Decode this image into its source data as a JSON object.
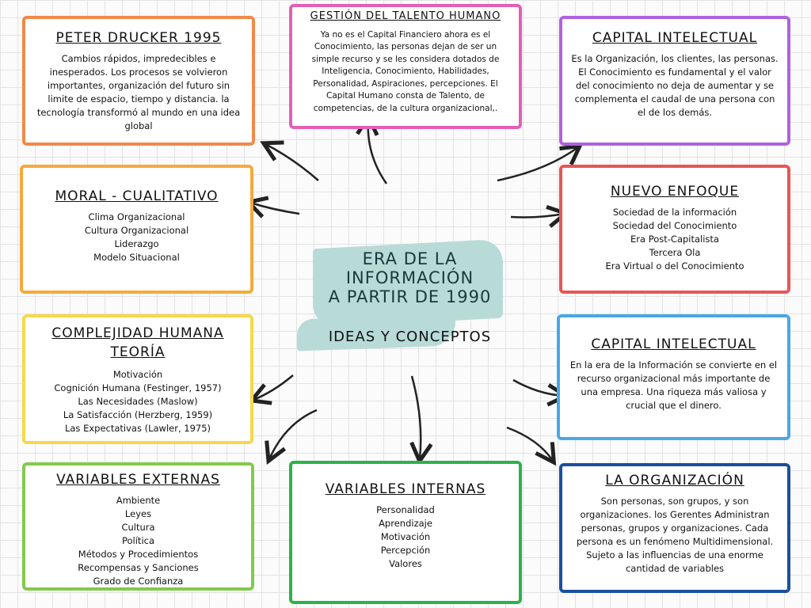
{
  "center": {
    "title_lines": [
      "ERA DE LA",
      "INFORMACIÓN",
      "A PARTIR DE 1990"
    ],
    "subtitle": "IDEAS Y CONCEPTOS"
  },
  "boxes": {
    "drucker": {
      "title": "PETER DRUCKER 1995",
      "text": "Cambios rápidos, impredecibles e inesperados. Los procesos se volvieron importantes, organización del futuro sin limite de espacio, tiempo y distancia. la tecnología transformó al mundo en una idea global",
      "color": "#f0894a"
    },
    "gestion": {
      "title": "GESTIÓN DEL TALENTO HUMANO",
      "text": "Ya no es el Capital Financiero ahora es el Conocimiento, las personas dejan de ser un simple recurso y se les considera dotados de Inteligencia, Conocimiento, Habilidades, Personalidad, Aspiraciones, percepciones. El Capital Humano consta de Talento, de competencias, de la cultura organizacional,.",
      "color": "#e25fb6"
    },
    "capital1": {
      "title": "CAPITAL INTELECTUAL",
      "text": "Es la Organización, los clientes, las personas. El Conocimiento es fundamental y el valor del conocimiento no deja de aumentar y se complementa el caudal de una persona con el de los demás.",
      "color": "#b061df"
    },
    "moral": {
      "title": "MORAL - CUALITATIVO",
      "items": [
        "Clima Organizacional",
        "Cultura Organizacional",
        "Liderazgo",
        "Modelo Situacional"
      ],
      "color": "#f6a93a"
    },
    "nuevo": {
      "title": "NUEVO ENFOQUE",
      "items": [
        "Sociedad de la información",
        "Sociedad del Conocimiento",
        "Era Post-Capitalista",
        "Tercera Ola",
        "Era Virtual o del Conocimiento"
      ],
      "color": "#e65656"
    },
    "complejidad": {
      "title": "COMPLEJIDAD HUMANA TEORÍA",
      "items": [
        "Motivación",
        "Cognición Humana (Festinger, 1957)",
        "Las Necesidades (Maslow)",
        "La Satisfacción (Herzberg, 1959)",
        "Las Expectativas (Lawler, 1975)"
      ],
      "color": "#f6d84a"
    },
    "capital2": {
      "title": "CAPITAL INTELECTUAL",
      "text": "En la era de la Información se convierte en el recurso organizacional más importante de una empresa. Una riqueza más valiosa y crucial que el dinero.",
      "color": "#4aa7e6"
    },
    "externas": {
      "title": "VARIABLES EXTERNAS",
      "items": [
        "Ambiente",
        "Leyes",
        "Cultura",
        "Política",
        "Métodos y Procedimientos",
        "Recompensas y Sanciones",
        "Grado de Confianza"
      ],
      "color": "#82c94c"
    },
    "internas": {
      "title": "VARIABLES INTERNAS",
      "items": [
        "Personalidad",
        "Aprendizaje",
        "Motivación",
        "Percepción",
        "Valores"
      ],
      "color": "#2cb24a"
    },
    "organizacion": {
      "title": "LA ORGANIZACIÓN",
      "text": "Son personas, son grupos, y son organizaciones. los Gerentes Administran  personas, grupos y organizaciones. Cada persona es un fenómeno Multidimensional. Sujeto a las influencias de una enorme cantidad de variables",
      "color": "#1b4f9e"
    }
  }
}
